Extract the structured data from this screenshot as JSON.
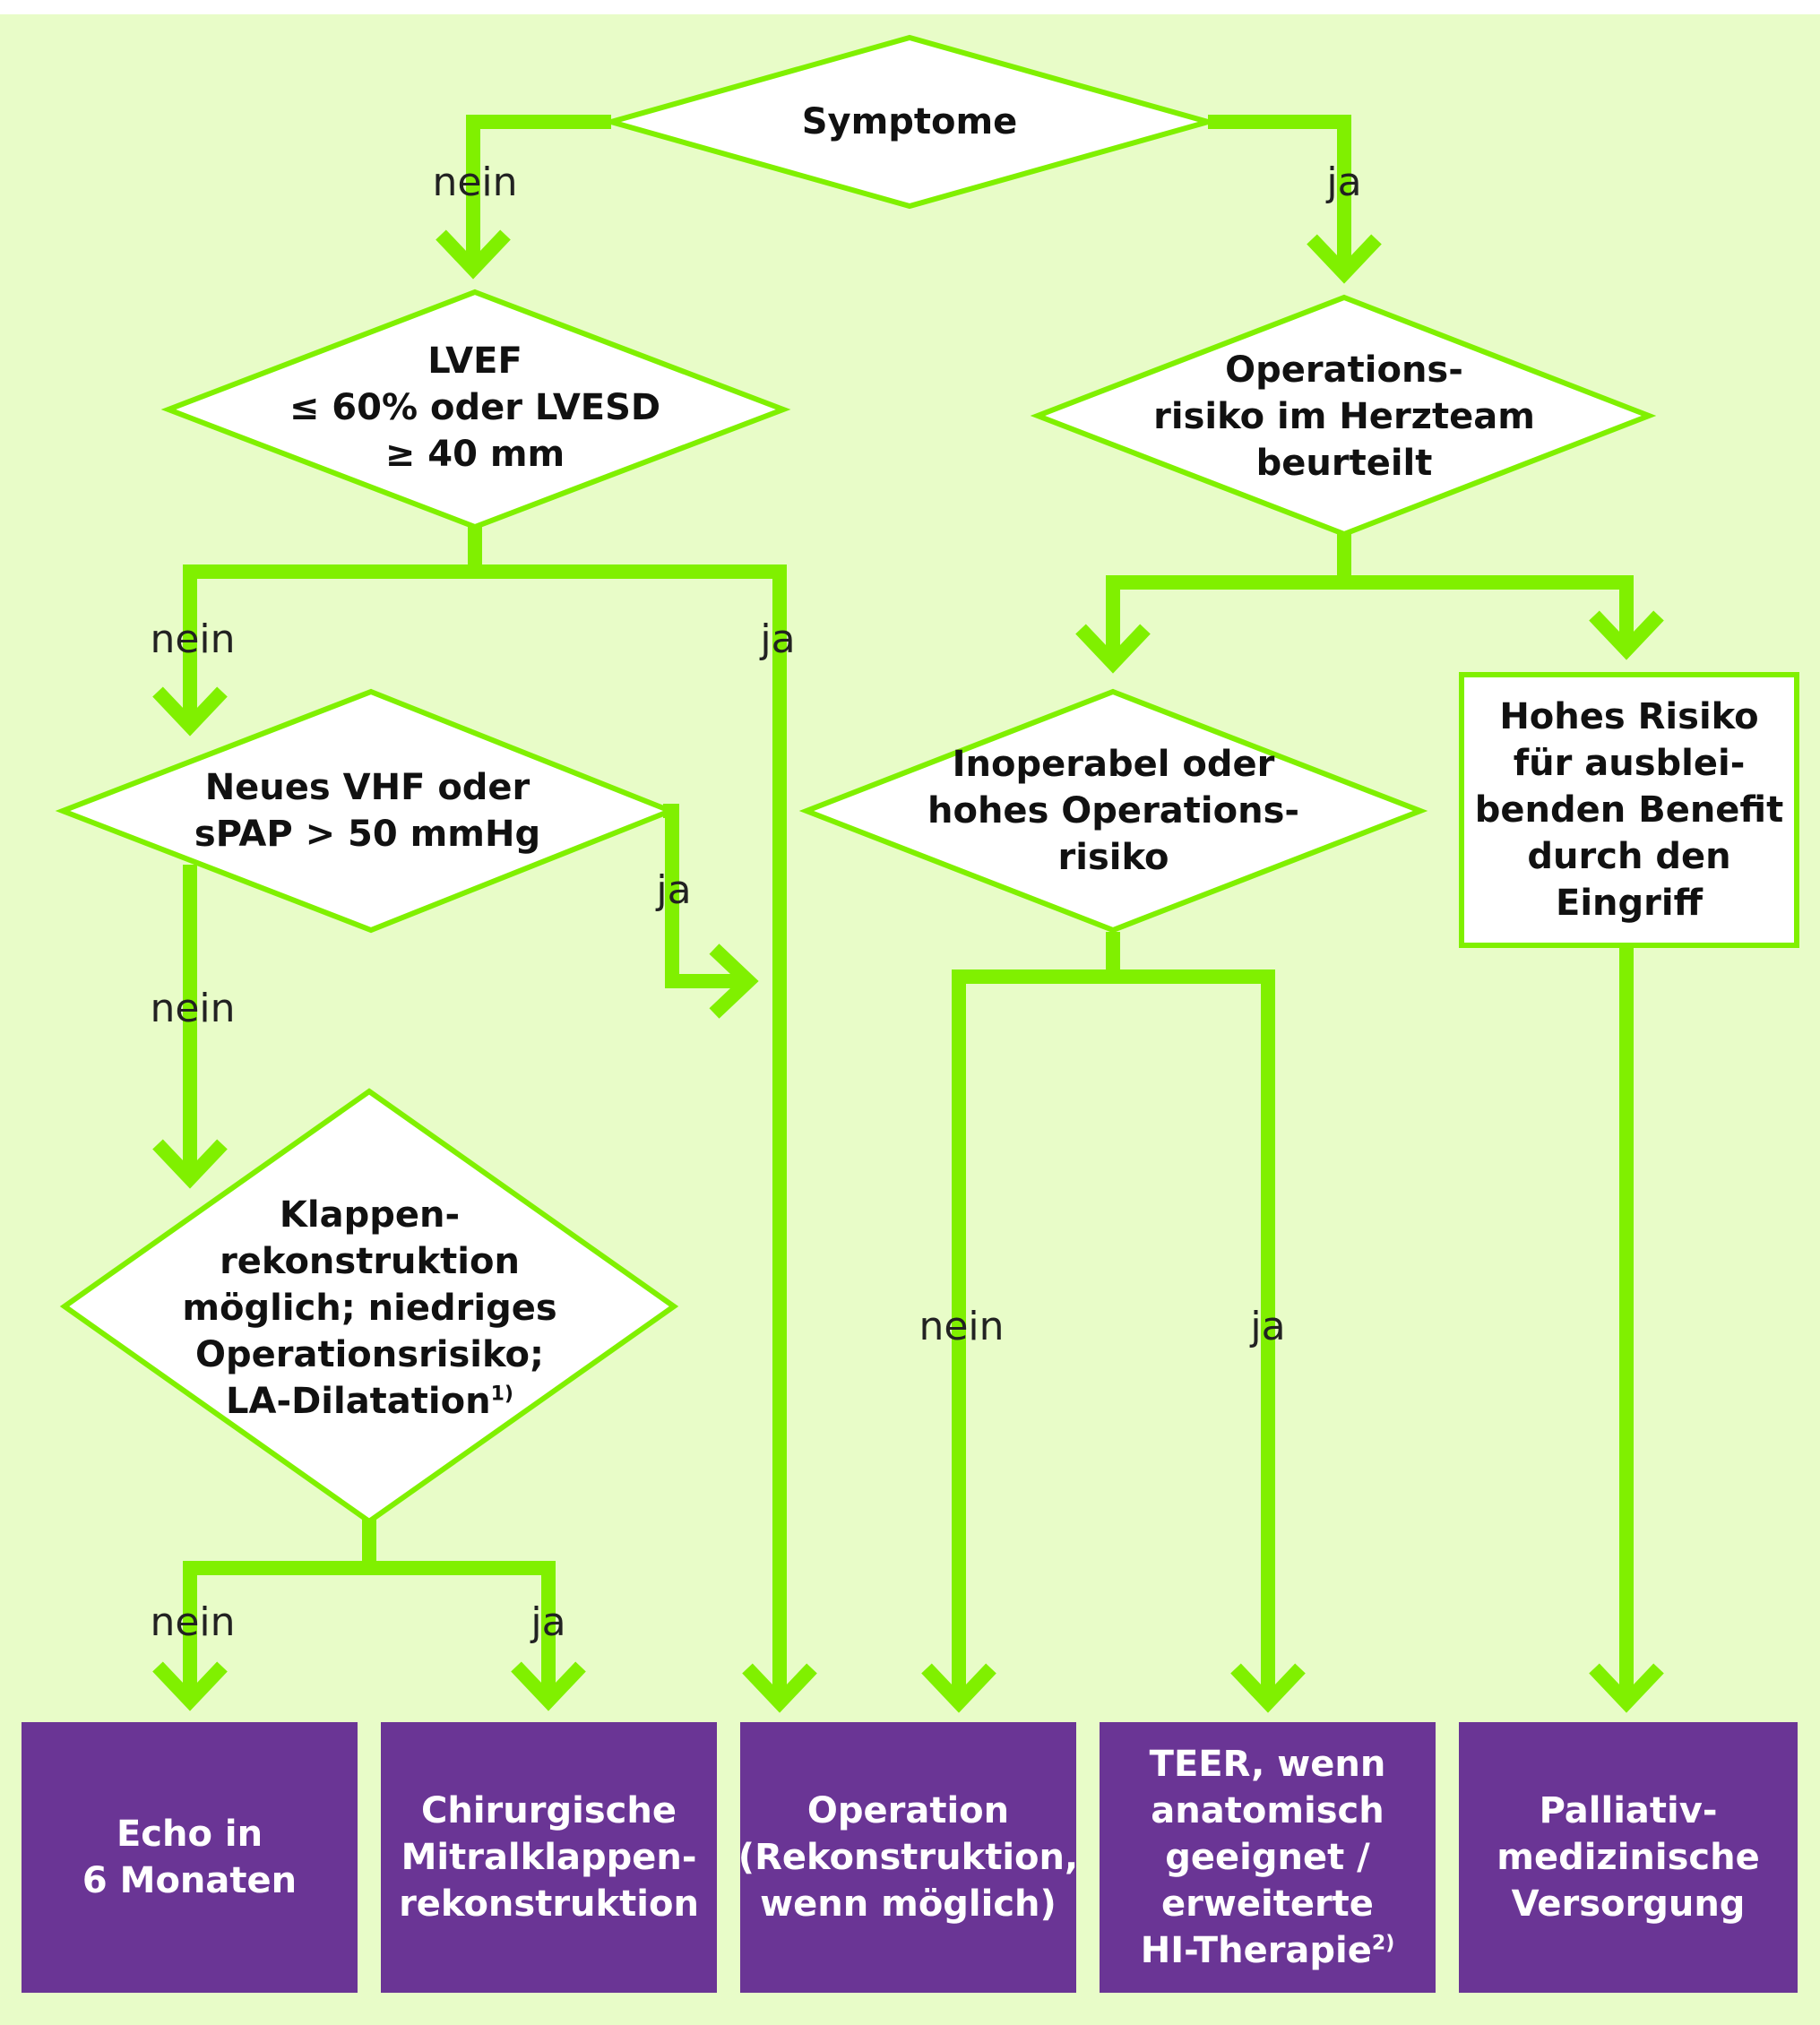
{
  "colors": {
    "background": "#e8fcc8",
    "connector": "#80f000",
    "outcome": "#6a3595",
    "decision_fill": "#ffffff"
  },
  "decisions": {
    "symptome": "Symptome",
    "lvef": "LVEF\n≤ 60% oder LVESD\n≥ 40 mm",
    "vhf": "Neues VHF oder\nsPAP > 50 mmHg",
    "klappen": "Klappen-\nrekonstruktion\nmöglich; niedriges\nOperationsrisiko;\nLA-Dilatation",
    "klappen_footnote": "1)",
    "oprisiko": "Operations-\nrisiko im Herzteam\nbeurteilt",
    "inoperabel": "Inoperabel oder\nhohes Operations-\nrisiko"
  },
  "risk_box": "Hohes Risiko\nfür ausblei-\nbenden Benefit\ndurch den\nEingriff",
  "outcomes": {
    "echo": "Echo in\n6 Monaten",
    "chirurgisch": "Chirurgische\nMitralklappen-\nrekonstruktion",
    "operation": "Operation\n(Rekonstruktion,\nwenn möglich)",
    "teer": "TEER, wenn\nanatomisch\ngeeignet /\nerweiterte\nHI-Therapie",
    "teer_footnote": "2)",
    "palliativ": "Palliativ-\nmedizinische\nVersorgung"
  },
  "labels": {
    "yes": "ja",
    "no": "nein"
  }
}
